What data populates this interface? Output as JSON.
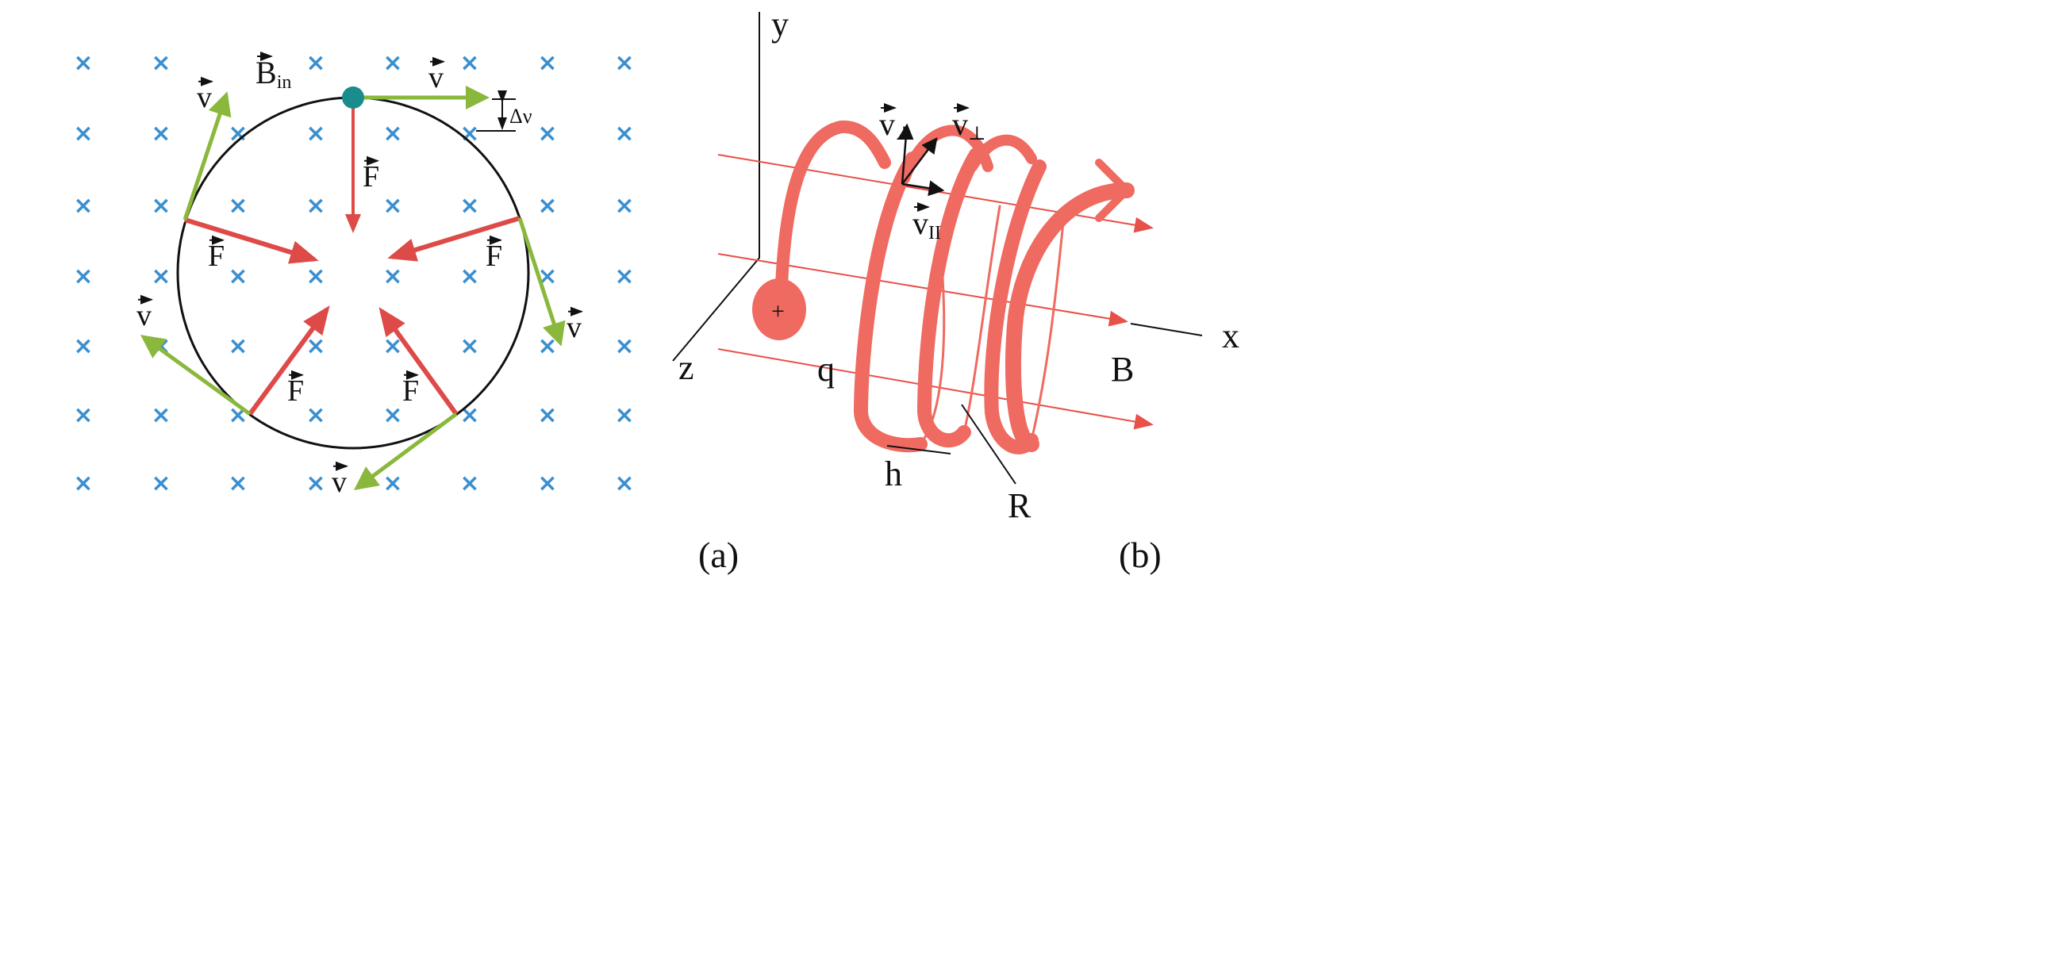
{
  "panel_a": {
    "caption": "(a)",
    "field_label": "B",
    "field_subscript": "in",
    "velocity_label": "v",
    "force_label": "F",
    "delta_label": "Δν",
    "field_mark": "×",
    "colors": {
      "field": "#3a8fd0",
      "velocity": "#8ab83c",
      "force": "#dd4a48",
      "particle": "#1a8c8c"
    }
  },
  "panel_b": {
    "caption": "(b)",
    "axis_x": "x",
    "axis_y": "y",
    "axis_z": "z",
    "v_perp": "v",
    "perp_sub": "⊥",
    "v_par": "v",
    "par_sub": "II",
    "charge_label": "q",
    "charge_sign": "+",
    "field_label": "B",
    "pitch_label": "h",
    "radius_label": "R",
    "colors": {
      "helix": "#ef6a60",
      "field_lines": "#e8504a"
    }
  }
}
